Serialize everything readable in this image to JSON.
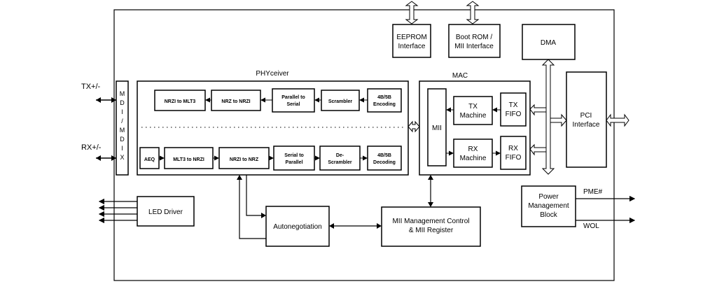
{
  "blocks": {
    "eeprom": [
      "EEPROM",
      "Interface"
    ],
    "bootrom": [
      "Boot ROM /",
      "MII Interface"
    ],
    "dma": "DMA",
    "pci": [
      "PCI",
      "Interface"
    ],
    "phy_title": "PHYceiver",
    "mac_title": "MAC",
    "tx_ext": "TX+/-",
    "rx_ext": "RX+/-",
    "mdi": [
      "M",
      "D",
      "I",
      "/",
      "M",
      "D",
      "I",
      "X"
    ],
    "nrzi_mlt3": "NRZI to MLT3",
    "nrz_nrzi": "NRZ to NRZI",
    "par_ser": [
      "Parallel to",
      "Serial"
    ],
    "scrambler": "Scrambler",
    "enc": [
      "4B/5B",
      "Encoding"
    ],
    "aeq": "AEQ",
    "mlt3_nrzi": "MLT3 to NRZI",
    "nrzi_nrz": "NRZI to NRZ",
    "ser_par": [
      "Serial to",
      "Parallel"
    ],
    "descr": [
      "De-",
      "Scrambler"
    ],
    "dec": [
      "4B/5B",
      "Decoding"
    ],
    "mii": "MII",
    "tx_machine": [
      "TX",
      "Machine"
    ],
    "tx_fifo": [
      "TX",
      "FIFO"
    ],
    "rx_machine": [
      "RX",
      "Machine"
    ],
    "rx_fifo": [
      "RX",
      "FIFO"
    ],
    "pwr": [
      "Power",
      "Management",
      "Block"
    ],
    "pme": "PME#",
    "wol": "WOL",
    "led": "LED Driver",
    "auto": "Autonegotiation",
    "miimgmt": [
      "MII Management Control",
      "& MII Register"
    ]
  },
  "colors": {
    "line": "#000000",
    "background": "#ffffff"
  }
}
